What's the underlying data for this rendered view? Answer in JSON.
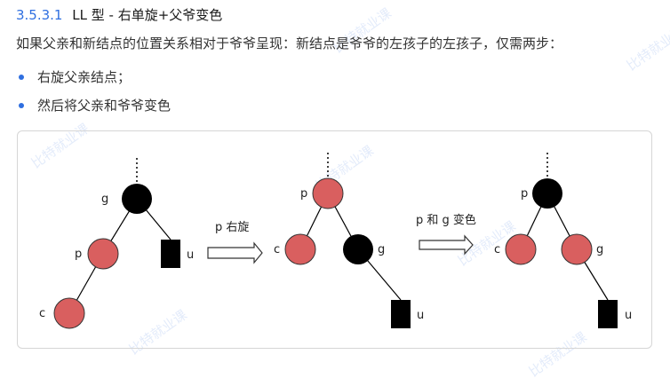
{
  "heading": {
    "number": "3.5.3.1",
    "title": "LL 型 - 右单旋+父爷变色"
  },
  "intro": "如果父亲和新结点的位置关系相对于爷爷呈现：新结点是爷爷的左孩子的左孩子，仅需两步：",
  "steps": [
    "右旋父亲结点；",
    "然后将父亲和爷爷变色"
  ],
  "diagram": {
    "colors": {
      "red_node": "#d95f5f",
      "black_node": "#000000",
      "line": "#000000"
    },
    "arrows": [
      {
        "label": "p 右旋"
      },
      {
        "label": "p 和 g 变色"
      }
    ],
    "trees": [
      {
        "nodes": [
          {
            "label": "g",
            "color": "black"
          },
          {
            "label": "p",
            "color": "red"
          },
          {
            "label": "u",
            "color": "black",
            "shape": "box"
          },
          {
            "label": "c",
            "color": "red"
          }
        ]
      },
      {
        "nodes": [
          {
            "label": "p",
            "color": "red"
          },
          {
            "label": "c",
            "color": "red"
          },
          {
            "label": "g",
            "color": "black"
          },
          {
            "label": "u",
            "color": "black",
            "shape": "box"
          }
        ]
      },
      {
        "nodes": [
          {
            "label": "p",
            "color": "black"
          },
          {
            "label": "c",
            "color": "red"
          },
          {
            "label": "g",
            "color": "red"
          },
          {
            "label": "u",
            "color": "black",
            "shape": "box"
          }
        ]
      }
    ]
  },
  "watermark": {
    "text": "比特就业课",
    "icon": "cloud-logo-icon"
  }
}
